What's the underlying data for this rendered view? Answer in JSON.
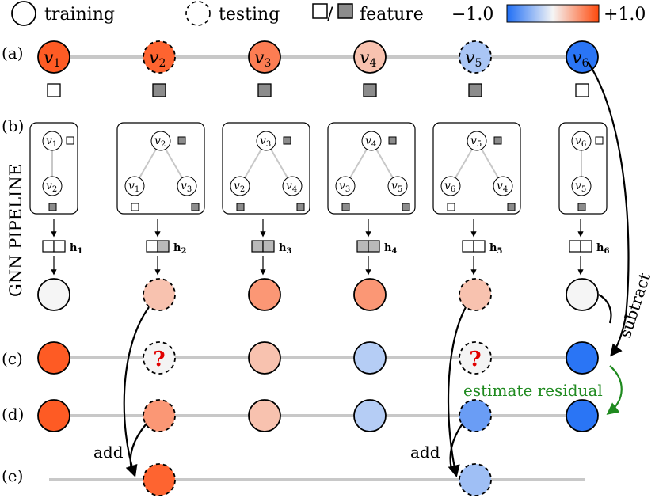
{
  "legend": {
    "training": "training",
    "testing": "testing",
    "feature_slash": "/",
    "feature": "feature",
    "scale_min": "−1.0",
    "scale_max": "+1.0"
  },
  "colors": {
    "negative": "#1f6ef5",
    "neutral": "#f5f5f5",
    "positive": "#ff4a0d"
  },
  "row_labels": [
    "(a)",
    "(b)",
    "(c)",
    "(d)",
    "(e)"
  ],
  "side_label": "GNN PIPELINE",
  "nodes": [
    "v1",
    "v2",
    "v3",
    "v4",
    "v5",
    "v6"
  ],
  "node_letter": "v",
  "node_indices": [
    "1",
    "2",
    "3",
    "4",
    "5",
    "6"
  ],
  "row_a": {
    "values": [
      0.9,
      0.85,
      0.7,
      0.3,
      -0.35,
      -0.95
    ],
    "testing": [
      false,
      true,
      false,
      false,
      true,
      false
    ],
    "feature_filled": [
      false,
      true,
      true,
      true,
      true,
      false
    ]
  },
  "subgraphs": [
    {
      "center": "1",
      "children": [
        "2"
      ],
      "feat": [
        false,
        true
      ]
    },
    {
      "center": "2",
      "children": [
        "1",
        "3"
      ],
      "feat": [
        true,
        false,
        true
      ]
    },
    {
      "center": "3",
      "children": [
        "2",
        "4"
      ],
      "feat": [
        true,
        true,
        true
      ]
    },
    {
      "center": "4",
      "children": [
        "3",
        "5"
      ],
      "feat": [
        true,
        true,
        true
      ]
    },
    {
      "center": "5",
      "children": [
        "6",
        "4"
      ],
      "feat": [
        true,
        false,
        true
      ]
    },
    {
      "center": "6",
      "children": [
        "5"
      ],
      "feat": [
        false,
        true
      ]
    }
  ],
  "embeddings": {
    "letter": "h",
    "indices": [
      "1",
      "2",
      "3",
      "4",
      "5",
      "6"
    ],
    "cells": [
      [
        false,
        false
      ],
      [
        false,
        true
      ],
      [
        true,
        true
      ],
      [
        true,
        true
      ],
      [
        false,
        false
      ],
      [
        false,
        false
      ]
    ]
  },
  "gnn_output": {
    "values": [
      0.0,
      0.3,
      0.55,
      0.55,
      0.3,
      0.0
    ],
    "testing": [
      false,
      true,
      false,
      false,
      true,
      false
    ]
  },
  "row_c": {
    "values": [
      0.9,
      null,
      0.3,
      -0.3,
      null,
      -0.95
    ],
    "unknown_mark": "?"
  },
  "row_d": {
    "values": [
      0.9,
      0.55,
      0.3,
      -0.3,
      -0.65,
      -0.95
    ],
    "testing": [
      false,
      true,
      false,
      false,
      true,
      false
    ]
  },
  "row_e": {
    "values": [
      0.85,
      -0.4
    ]
  },
  "annotations": {
    "subtract": "subtract",
    "estimate_residual": "estimate residual",
    "add": "add"
  }
}
